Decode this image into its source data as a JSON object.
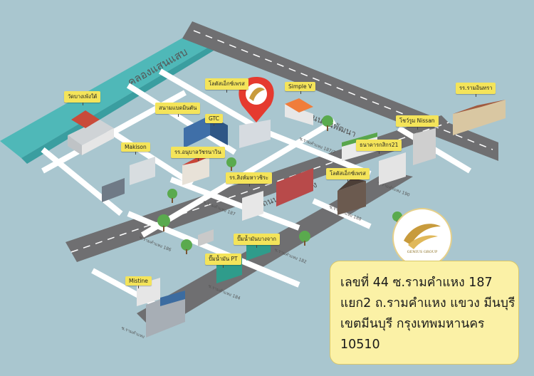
{
  "canal": {
    "label": "คลองแสนแสบ"
  },
  "roads": {
    "main_top": "ถนนมีนพัฒนา",
    "main_bottom": "ถนนรามคำแหง",
    "soi_187_7": "ซ.รามคำแหง 187/7",
    "soi_190": "ซ.รามคำแหง 190",
    "soi_187": "ซ.รามคำแหง 187",
    "soi_188": "ซ.รามคำแหง 188",
    "soi_186": "ซ.รามคำแหง 186",
    "soi_184": "ซ.รามคำแหง 184",
    "soi_182": "ซ.รามคำแหง 182",
    "soi_lower": "ซ.รามคำแหง"
  },
  "landmarks": [
    {
      "id": "temple",
      "label": "วัดบางเพ้งใต้"
    },
    {
      "id": "lotus-supermarket",
      "label": "โลตัสเอ็กซ์เพรส"
    },
    {
      "id": "minburi-stadium",
      "label": "สนามแบดมินตัน"
    },
    {
      "id": "gtc",
      "label": "GTC"
    },
    {
      "id": "simple-v",
      "label": "Simple V"
    },
    {
      "id": "ramkhamhaeng-school",
      "label": "รร.รามอินทรา"
    },
    {
      "id": "nissan",
      "label": "โชว์รูม Nissan"
    },
    {
      "id": "makison",
      "label": "Makison"
    },
    {
      "id": "anuban-school",
      "label": "รร.อนุบาลวัชรนาวิน"
    },
    {
      "id": "kasikorn",
      "label": "ธนาคารกสิกร21"
    },
    {
      "id": "lotus-express",
      "label": "โลตัสเอ็กซ์เพรส"
    },
    {
      "id": "kindergarten",
      "label": "รร.สิงห์มหาวชิระ"
    },
    {
      "id": "gas-station-pt",
      "label": "ปั๊มน้ำมัน PT"
    },
    {
      "id": "gas-station-bangchak",
      "label": "ปั๊มน้ำมันบางจาก"
    },
    {
      "id": "mistine",
      "label": "Mistine"
    }
  ],
  "pin": {
    "name": "location-pin",
    "color": "#e53a2f"
  },
  "logo": {
    "text": "GENIUS GROUP"
  },
  "address": {
    "line1": "เลขที่ 44 ซ.รามคำแหง 187",
    "line2": "แยก2 ถ.รามคำแหง แขวง มีนบุรี",
    "line3": "เขตมีนบุรี กรุงเทพมหานคร",
    "line4": "10510"
  },
  "colors": {
    "background": "#a9c6cf",
    "road": "#6f6f71",
    "canal": "#4fb8b8",
    "label": "#f4e45a",
    "address_box": "#fbf1a6"
  }
}
